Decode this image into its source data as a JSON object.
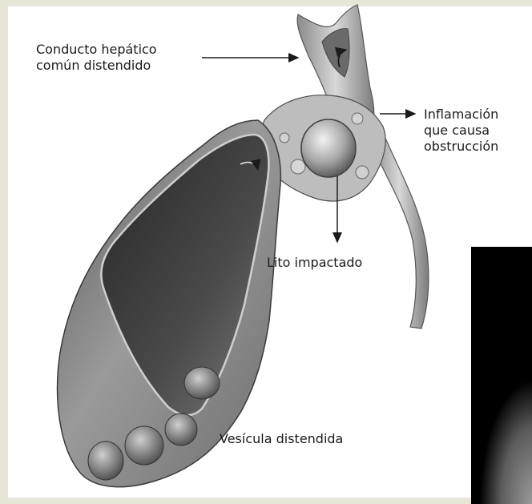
{
  "labels": {
    "duct_line1": "Conducto hepático",
    "duct_line2": "común distendido",
    "inflam_line1": "Inflamación",
    "inflam_line2": "que causa",
    "inflam_line3": "obstrucción",
    "stone": "Lito impactado",
    "gallbladder": "Vesícula distendida"
  }
}
